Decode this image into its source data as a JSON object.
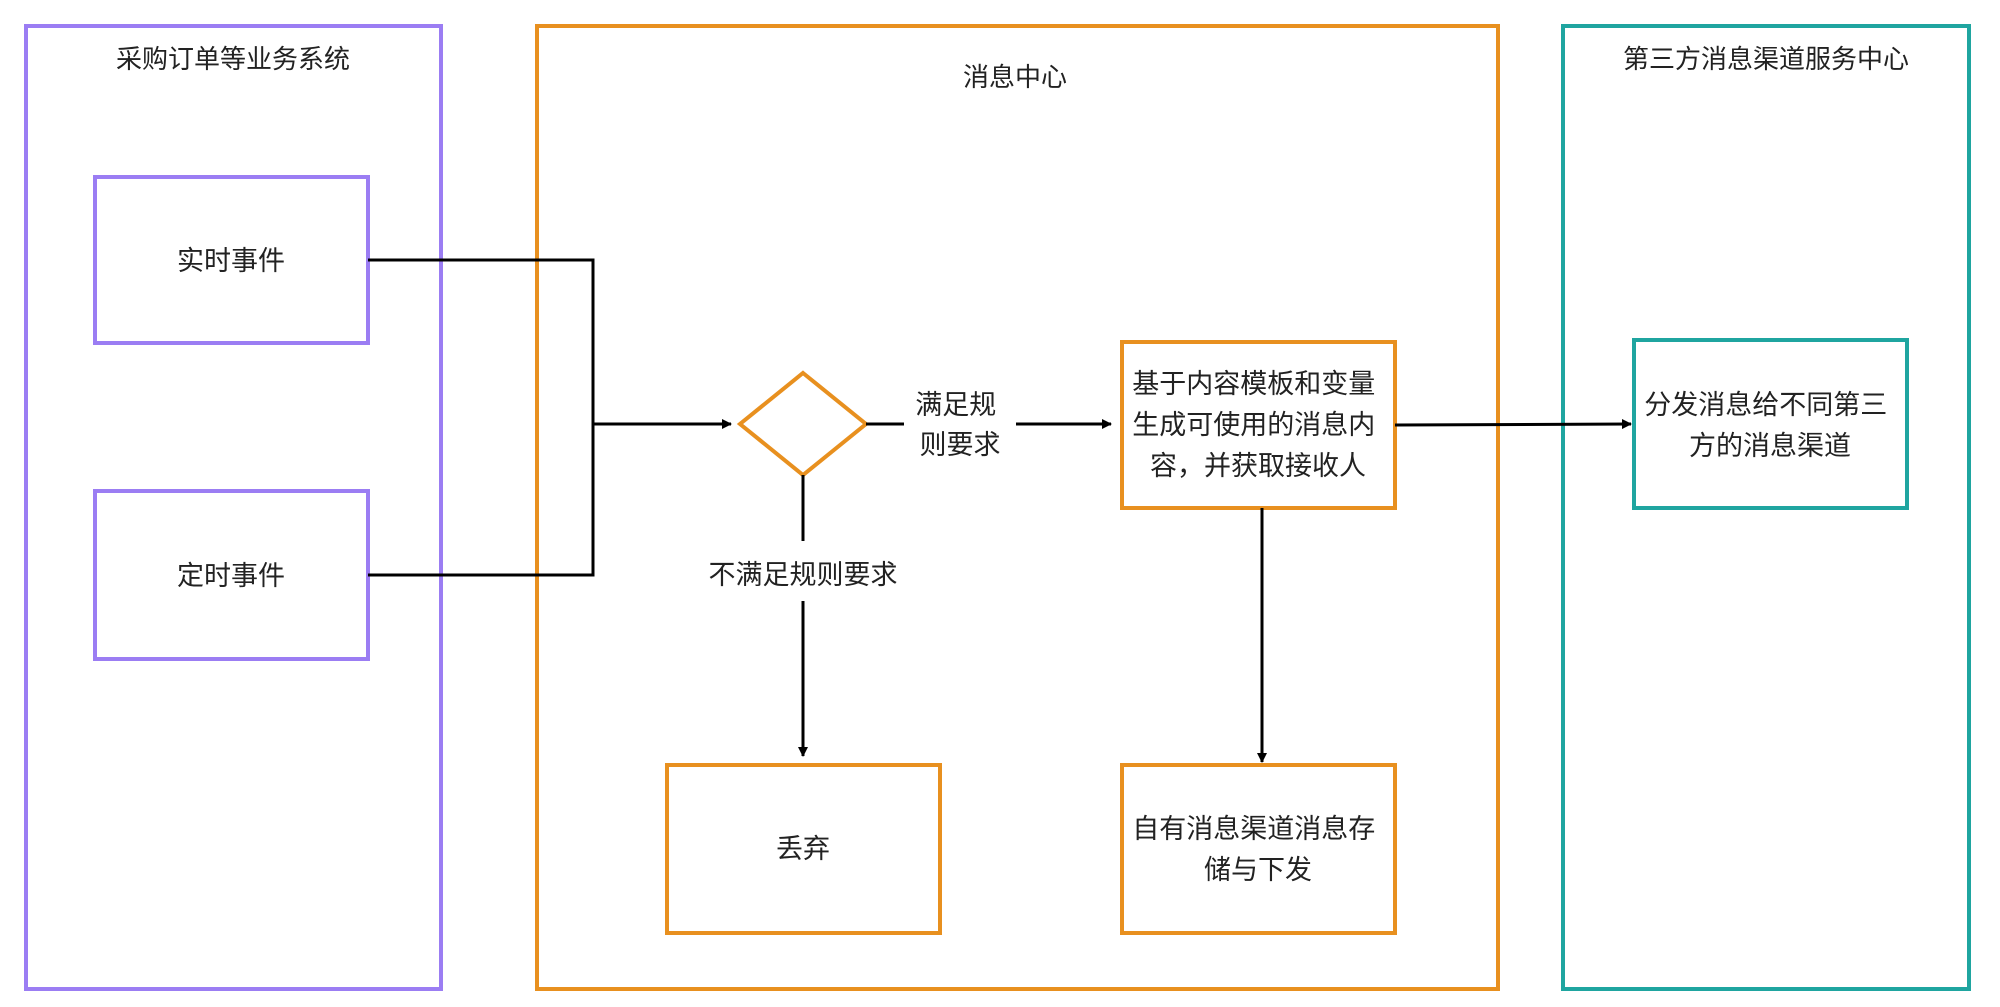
{
  "colors": {
    "business_lane": "#9b7df3",
    "message_center_lane": "#e8901f",
    "third_party_lane": "#1fa5a0",
    "arrow": "#000000",
    "text": "#222222"
  },
  "lanes": {
    "business": {
      "title": "采购订单等业务系统"
    },
    "message_center": {
      "title": "消息中心"
    },
    "third_party": {
      "title": "第三方消息渠道服务中心"
    }
  },
  "nodes": {
    "realtime_event": {
      "label": "实时事件"
    },
    "scheduled_event": {
      "label": "定时事件"
    },
    "rule_check": {
      "shape": "diamond"
    },
    "generate_content": {
      "lines": [
        "基于内容模板和变量",
        "生成可使用的消息内",
        "容，并获取接收人"
      ]
    },
    "discard": {
      "label": "丢弃"
    },
    "own_channel": {
      "lines": [
        "自有消息渠道消息存",
        "储与下发"
      ]
    },
    "dispatch_third_party": {
      "lines": [
        "分发消息给不同第三",
        "方的消息渠道"
      ]
    }
  },
  "edges": {
    "meets_rules": {
      "lines": [
        "满足规",
        "则要求"
      ]
    },
    "fails_rules": {
      "label": "不满足规则要求"
    }
  }
}
